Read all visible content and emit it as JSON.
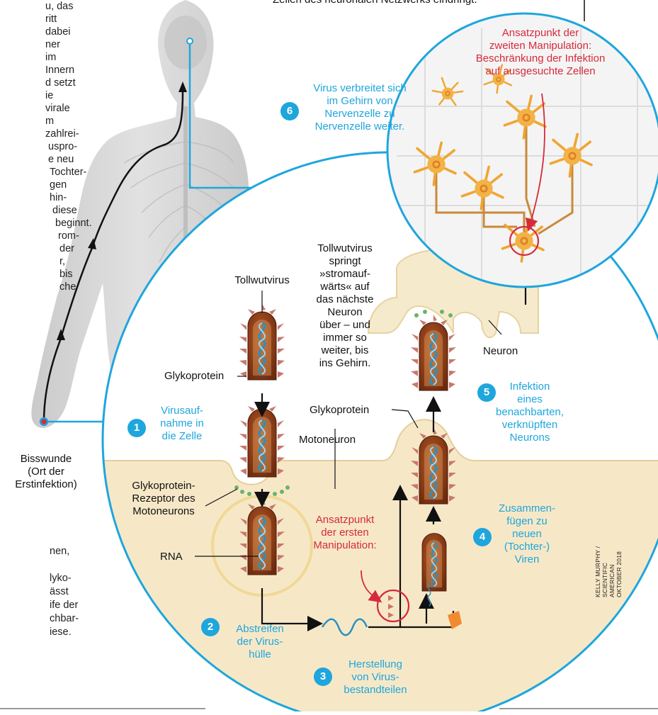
{
  "left_text": {
    "lines": [
      "u, das",
      "ritt dabei",
      "ner",
      "im Innern",
      "d setzt",
      "ie virale",
      "m zahlrei-",
      "uspro-",
      "e neu",
      "Tochter-",
      "gen hin-",
      " diese",
      "beginnt.",
      "rom-",
      "der",
      "r, bis",
      "che"
    ]
  },
  "bottom_left_text": {
    "lines": [
      "nen,",
      "",
      "lyko-",
      "ässt",
      "ife der",
      "chbar-",
      "iese."
    ]
  },
  "top_text": "Zellen des neuronalen Netzwerks eindringt.",
  "labels": {
    "bisswunde": "Bisswunde\n(Ort der\nErstinfektion)",
    "tollwutvirus": "Tollwutvirus",
    "glykoprotein_1": "Glykoprotein",
    "glykoprotein_2": "Glykoprotein",
    "glyko_rezeptor": "Glykoprotein-\nRezeptor des\nMotoneurons",
    "motoneuron": "Motoneuron",
    "rna": "RNA",
    "neuron": "Neuron",
    "springt": "Tollwutvirus\nspringt\n»stromauf-\nwärts« auf\ndas nächste\nNeuron\nüber – und\nimmer so\nweiter, bis\nins Gehirn."
  },
  "manipulations": {
    "first": "Ansatzpunkt\nder ersten\nManipulation:",
    "second": "Ansatzpunkt der\nzweiten Manipulation:\nBeschränkung der Infektion\nauf ausgesuchte Zellen"
  },
  "steps": [
    {
      "num": "1",
      "text": "Virusauf-\nnahme in\ndie Zelle"
    },
    {
      "num": "2",
      "text": "Abstreifen\nder Virus-\nhülle"
    },
    {
      "num": "3",
      "text": "Herstellung\nvon Virus-\nbestandteilen"
    },
    {
      "num": "4",
      "text": "Zusammen-\nfügen zu\nneuen\n(Tochter-)\nViren"
    },
    {
      "num": "5",
      "text": "Infektion\neines\nbenachbarten,\nverknüpften\nNeurons"
    },
    {
      "num": "6",
      "text": "Virus verbreitet sich\nim Gehirn von\nNervenzelle zu\nNervenzelle weiter."
    }
  ],
  "credit": "KELLY MURPHY / SCIENTIFIC\nAMERICAN OKTOBER 2018",
  "colors": {
    "accent_blue": "#1ea6dd",
    "accent_red": "#d62a3c",
    "body_gray": "#cfcfcf",
    "cell_cream": "#f6e8c7",
    "virus_brown": "#8a3a17",
    "neuron_orange": "#f0a532"
  }
}
